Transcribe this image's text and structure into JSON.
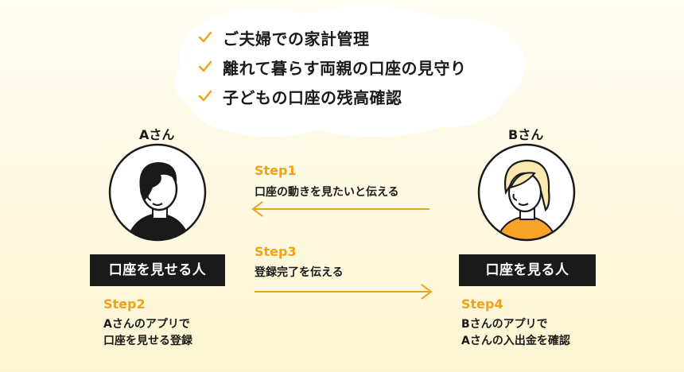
{
  "use_cases": [
    {
      "label": "ご夫婦での家計管理"
    },
    {
      "label": "離れて暮らす両親の口座の見守り"
    },
    {
      "label": "子どもの口座の残高確認"
    }
  ],
  "person_a": {
    "name": "Aさん",
    "role": "口座を見せる人"
  },
  "person_b": {
    "name": "Bさん",
    "role": "口座を見る人"
  },
  "steps": {
    "step1": {
      "title": "Step1",
      "desc": "口座の動きを見たいと伝える"
    },
    "step2": {
      "title": "Step2",
      "line1": "Aさんのアプリで",
      "line2": "口座を見せる登録"
    },
    "step3": {
      "title": "Step3",
      "desc": "登録完了を伝える"
    },
    "step4": {
      "title": "Step4",
      "line1": "Bさんのアプリで",
      "line2": "Aさんの入出金を確認"
    }
  },
  "colors": {
    "accent": "#f0a116",
    "dark": "#1a1a1a",
    "background": "#fdf5d2",
    "hair_b": "#fbe7b0",
    "shirt_b": "#f7a428"
  },
  "icons": {
    "check": "check-icon",
    "person_a": "person-a-avatar-icon",
    "person_b": "person-b-avatar-icon",
    "arrow_left": "arrow-left-icon",
    "arrow_right": "arrow-right-icon"
  }
}
